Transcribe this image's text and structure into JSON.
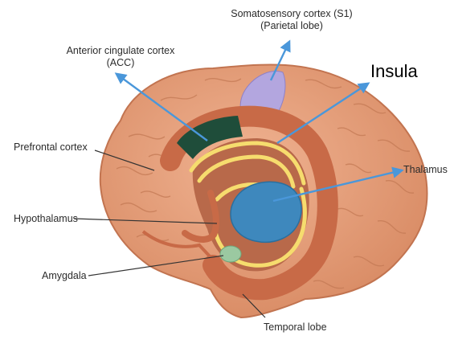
{
  "labels": {
    "somatosensory_line1": "Somatosensory cortex (S1)",
    "somatosensory_line2": "(Parietal lobe)",
    "acc_line1": "Anterior cingulate cortex",
    "acc_line2": "(ACC)",
    "insula": "Insula",
    "prefrontal": "Prefrontal cortex",
    "thalamus": "Thalamus",
    "hypothalamus": "Hypothalamus",
    "amygdala": "Amygdala",
    "temporal": "Temporal lobe"
  },
  "colors": {
    "brain": "#e59c78",
    "brain_dark": "#c9714b",
    "cingulate": "#c86a47",
    "acc": "#1f4d3a",
    "s1": "#b3a6df",
    "fornix": "#f6dc6e",
    "thalamus": "#3e88bd",
    "amygdala": "#9bc9a1",
    "arrow_blue": "#4a97da",
    "line_dark": "#333333"
  }
}
